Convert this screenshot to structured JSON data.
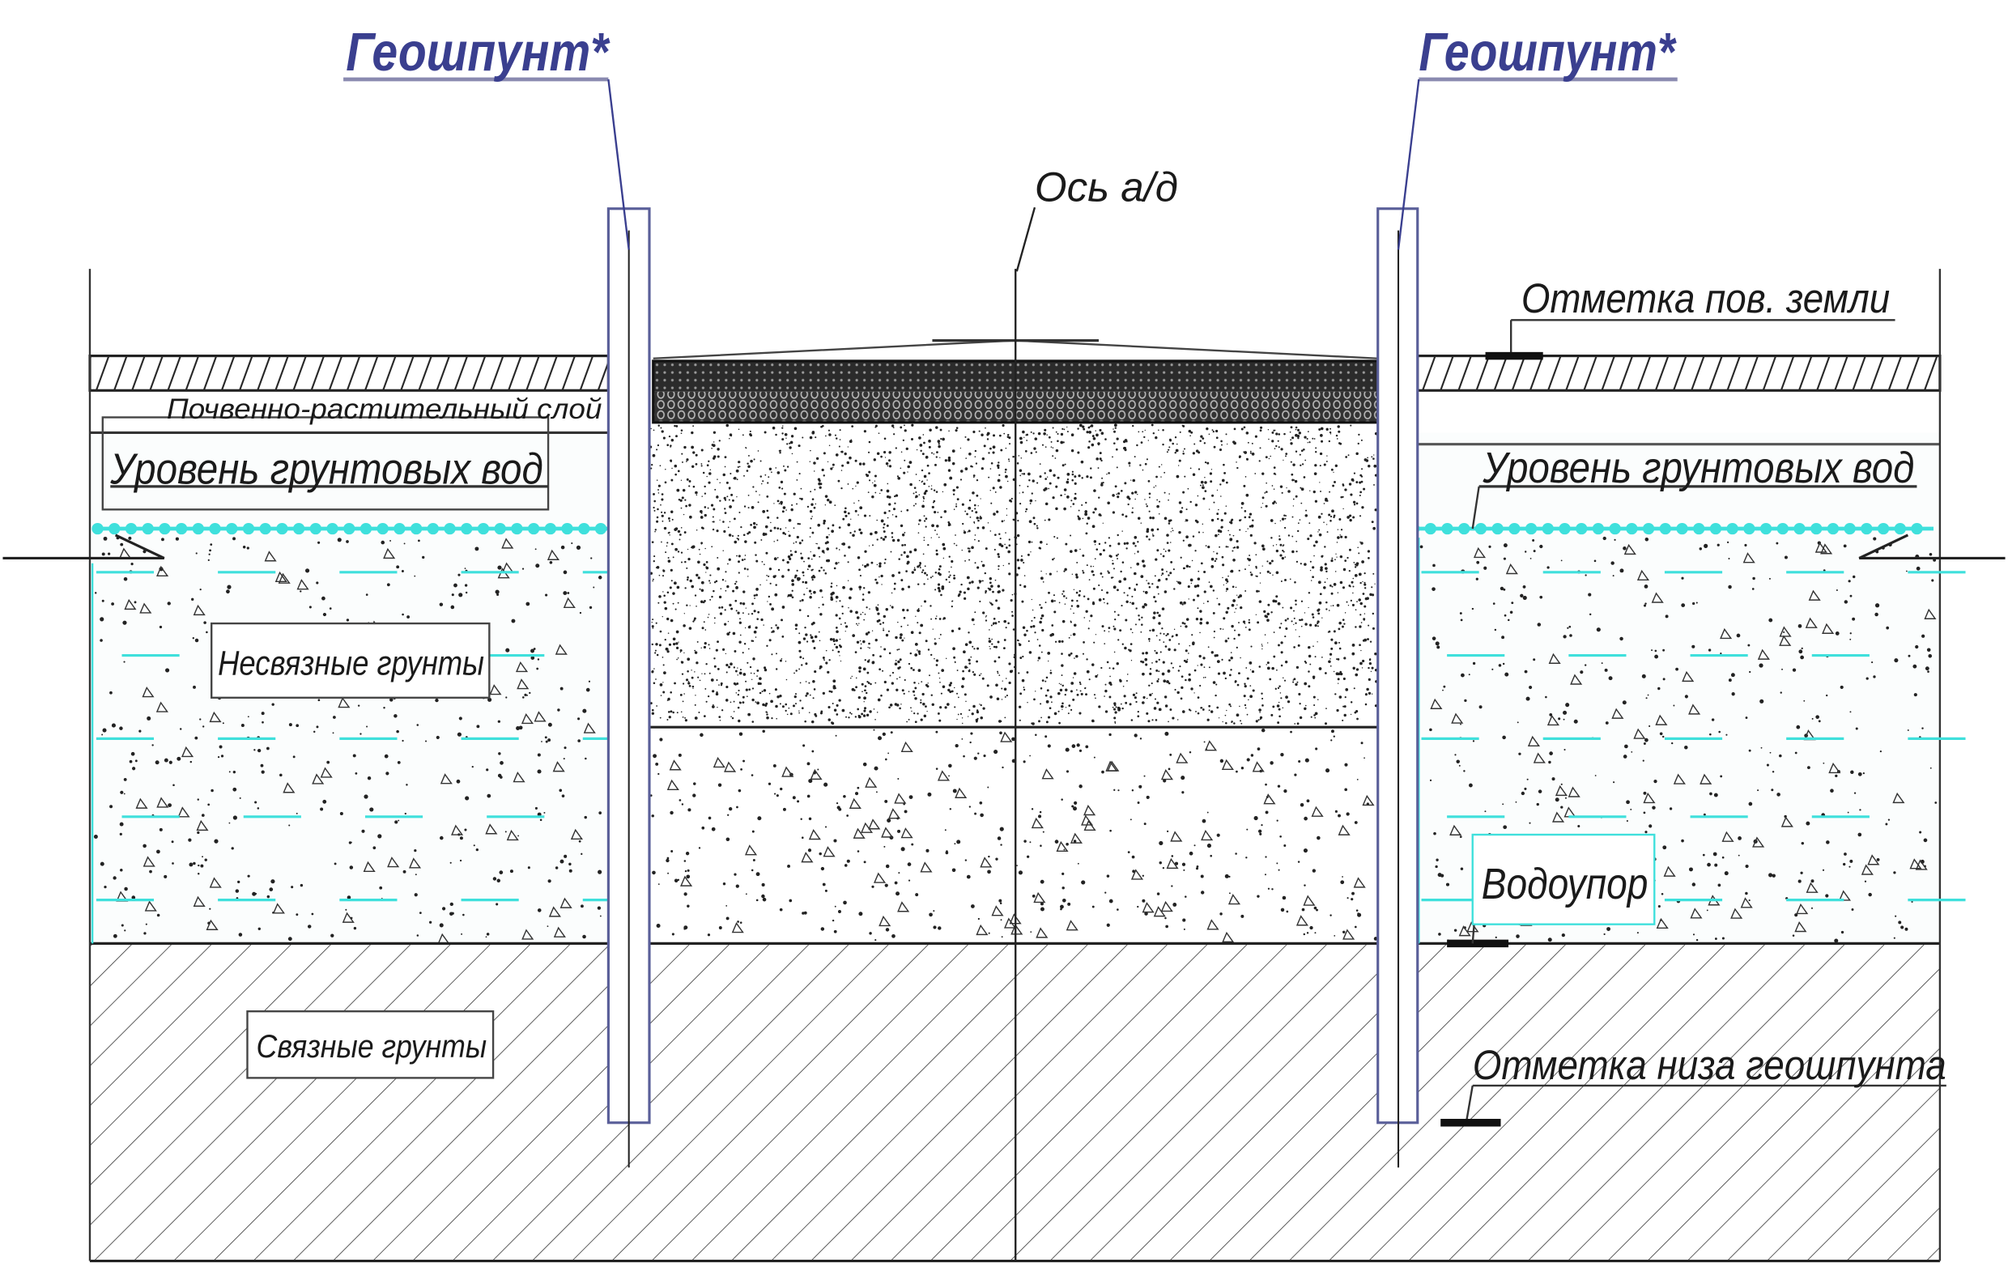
{
  "labels": {
    "geoshpunt_left": "Геошпунт*",
    "geoshpunt_right": "Геошпунт*",
    "road_axis": "Ось а/д",
    "ground_mark": "Отметка пов. земли",
    "topsoil": "Почвенно-растительный слой",
    "groundwater_left": "Уровень грунтовых вод",
    "groundwater_right": "Уровень грунтовых вод",
    "noncohesive": "Несвязные грунты",
    "aquitard": "Водоупор",
    "cohesive": "Связные грунты",
    "pile_bottom_mark": "Отметка низа геошпунта"
  },
  "colors": {
    "line": "#1a1a1a",
    "water": "#3fe0dc",
    "label_blue": "#3a3f8f",
    "pavement": "#2a2a2a"
  }
}
